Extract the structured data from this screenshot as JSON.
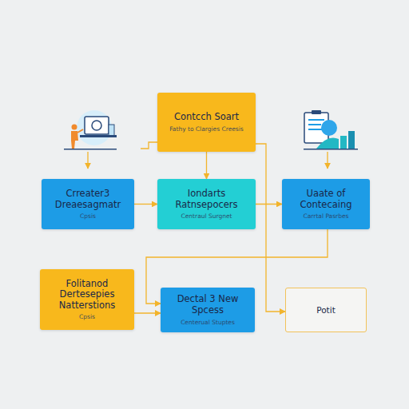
{
  "diagram": {
    "nodes": [
      {
        "text": [
          "Contcch Soart",
          "Fathy to Clargies Creesis"
        ]
      },
      {
        "text": [
          "Crreater3 Dreaesagmatr",
          "Cpsis"
        ]
      },
      {
        "text": [
          "Iondarts Ratnsepocers",
          "Centraul Surgnet"
        ]
      },
      {
        "text": [
          "Uaate of Contecaing",
          "Carrtal Pasrbes"
        ]
      },
      {
        "text": [
          "Folitanod Dertesepies Natterstions",
          "Cpsis"
        ]
      },
      {
        "text": [
          "Dectal 3 New Spcess",
          "Centerual Stuptes"
        ]
      },
      {
        "text": [
          "Potit"
        ]
      }
    ],
    "edges": [
      {
        "from": 0,
        "to": 2,
        "arrow": "to"
      },
      {
        "from": 1,
        "to": 2,
        "arrow": "to"
      },
      {
        "from": 2,
        "to": 3,
        "arrow": "to"
      },
      {
        "from": 0,
        "to": 6,
        "arrow": "to"
      },
      {
        "from": 3,
        "to": 5,
        "arrow": "to"
      },
      {
        "from": 4,
        "to": 5,
        "arrow": "to"
      }
    ]
  }
}
